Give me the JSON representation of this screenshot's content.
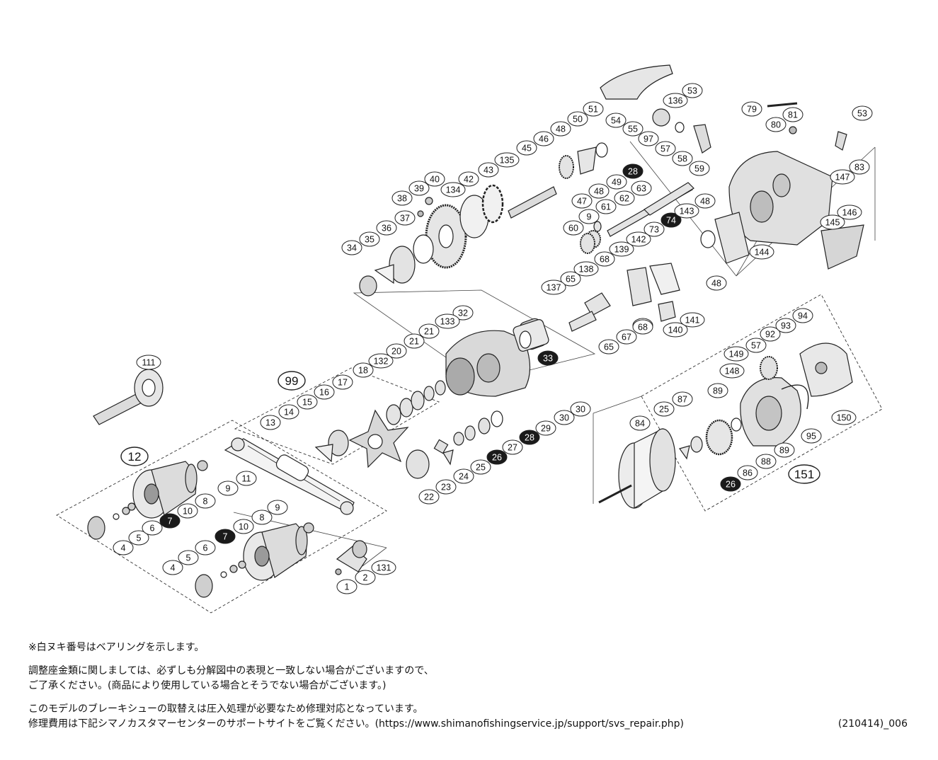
{
  "parts": [
    {
      "n": "1",
      "dark": false
    },
    {
      "n": "2",
      "dark": false
    },
    {
      "n": "4",
      "dark": false
    },
    {
      "n": "5",
      "dark": false
    },
    {
      "n": "6",
      "dark": false
    },
    {
      "n": "7",
      "dark": true
    },
    {
      "n": "8",
      "dark": false
    },
    {
      "n": "9",
      "dark": false
    },
    {
      "n": "10",
      "dark": false
    },
    {
      "n": "11",
      "dark": false
    },
    {
      "n": "12",
      "dark": false,
      "group": true
    },
    {
      "n": "13",
      "dark": false
    },
    {
      "n": "14",
      "dark": false
    },
    {
      "n": "15",
      "dark": false
    },
    {
      "n": "16",
      "dark": false
    },
    {
      "n": "17",
      "dark": false
    },
    {
      "n": "18",
      "dark": false
    },
    {
      "n": "20",
      "dark": false
    },
    {
      "n": "21",
      "dark": false
    },
    {
      "n": "22",
      "dark": false
    },
    {
      "n": "23",
      "dark": false
    },
    {
      "n": "24",
      "dark": false
    },
    {
      "n": "25",
      "dark": false
    },
    {
      "n": "26",
      "dark": true
    },
    {
      "n": "27",
      "dark": false
    },
    {
      "n": "28",
      "dark": true
    },
    {
      "n": "29",
      "dark": false
    },
    {
      "n": "30",
      "dark": false
    },
    {
      "n": "32",
      "dark": false
    },
    {
      "n": "33",
      "dark": true
    },
    {
      "n": "34",
      "dark": false
    },
    {
      "n": "35",
      "dark": false
    },
    {
      "n": "36",
      "dark": false
    },
    {
      "n": "37",
      "dark": false
    },
    {
      "n": "38",
      "dark": false
    },
    {
      "n": "39",
      "dark": false
    },
    {
      "n": "40",
      "dark": false
    },
    {
      "n": "42",
      "dark": false
    },
    {
      "n": "43",
      "dark": false
    },
    {
      "n": "45",
      "dark": false
    },
    {
      "n": "46",
      "dark": false
    },
    {
      "n": "47",
      "dark": false
    },
    {
      "n": "48",
      "dark": false
    },
    {
      "n": "49",
      "dark": false
    },
    {
      "n": "50",
      "dark": false
    },
    {
      "n": "51",
      "dark": false
    },
    {
      "n": "53",
      "dark": false
    },
    {
      "n": "54",
      "dark": false
    },
    {
      "n": "55",
      "dark": false
    },
    {
      "n": "57",
      "dark": false
    },
    {
      "n": "58",
      "dark": false
    },
    {
      "n": "59",
      "dark": false
    },
    {
      "n": "60",
      "dark": false
    },
    {
      "n": "61",
      "dark": false
    },
    {
      "n": "62",
      "dark": false
    },
    {
      "n": "63",
      "dark": false
    },
    {
      "n": "65",
      "dark": false
    },
    {
      "n": "67",
      "dark": false
    },
    {
      "n": "68",
      "dark": false
    },
    {
      "n": "73",
      "dark": false
    },
    {
      "n": "74",
      "dark": true
    },
    {
      "n": "79",
      "dark": false
    },
    {
      "n": "80",
      "dark": false
    },
    {
      "n": "81",
      "dark": false
    },
    {
      "n": "83",
      "dark": false
    },
    {
      "n": "84",
      "dark": false
    },
    {
      "n": "86",
      "dark": false
    },
    {
      "n": "87",
      "dark": false
    },
    {
      "n": "88",
      "dark": false
    },
    {
      "n": "89",
      "dark": false
    },
    {
      "n": "92",
      "dark": false
    },
    {
      "n": "93",
      "dark": false
    },
    {
      "n": "94",
      "dark": false
    },
    {
      "n": "95",
      "dark": false
    },
    {
      "n": "97",
      "dark": false
    },
    {
      "n": "99",
      "dark": false,
      "group": true
    },
    {
      "n": "111",
      "dark": false
    },
    {
      "n": "131",
      "dark": false
    },
    {
      "n": "132",
      "dark": false
    },
    {
      "n": "133",
      "dark": false
    },
    {
      "n": "134",
      "dark": false
    },
    {
      "n": "135",
      "dark": false
    },
    {
      "n": "136",
      "dark": false
    },
    {
      "n": "137",
      "dark": false
    },
    {
      "n": "138",
      "dark": false
    },
    {
      "n": "139",
      "dark": false
    },
    {
      "n": "140",
      "dark": false
    },
    {
      "n": "141",
      "dark": false
    },
    {
      "n": "142",
      "dark": false
    },
    {
      "n": "143",
      "dark": false
    },
    {
      "n": "144",
      "dark": false
    },
    {
      "n": "145",
      "dark": false
    },
    {
      "n": "146",
      "dark": false
    },
    {
      "n": "147",
      "dark": false
    },
    {
      "n": "148",
      "dark": false
    },
    {
      "n": "149",
      "dark": false
    },
    {
      "n": "150",
      "dark": false
    },
    {
      "n": "151",
      "dark": false,
      "group": true
    }
  ],
  "notes": {
    "bearing_note": "※白ヌキ番号はベアリングを示します。",
    "shim_note_1": "調整座金類に関しましては、必ずしも分解図中の表現と一致しない場合がございますので、",
    "shim_note_2": "ご了承ください。(商品により使用している場合とそうでない場合がございます。)",
    "repair_note_1": "このモデルのブレーキシューの取替えは圧入処理が必要なため修理対応となっています。",
    "repair_note_2": "修理費用は下記シマノカスタマーセンターのサポートサイトをご覧ください。(https://www.shimanofishingservice.jp/support/svs_repair.php)",
    "doc_code": "(210414)_006"
  }
}
